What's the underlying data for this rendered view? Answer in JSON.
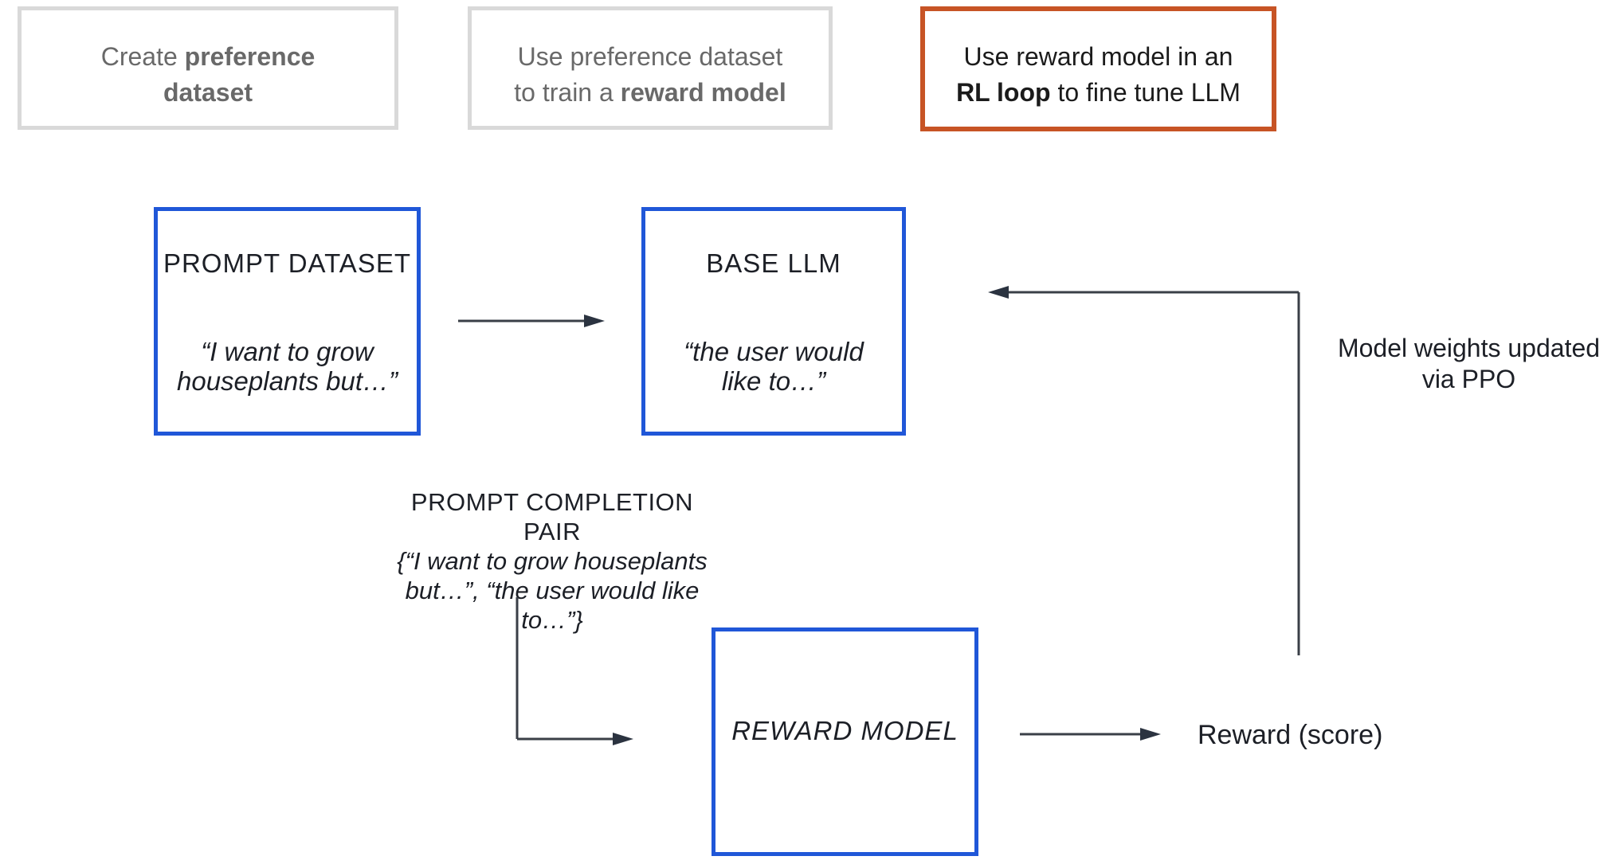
{
  "top_steps": {
    "step1": {
      "line1_regular": "Create ",
      "line1_bold": "preference",
      "line2_bold": "dataset"
    },
    "step2": {
      "line1": "Use preference dataset",
      "line2_regular": "to train a ",
      "line2_bold": "reward model"
    },
    "step3": {
      "line1": "Use reward model in an",
      "line2_bold": "RL loop",
      "line2_regular": " to fine tune LLM"
    }
  },
  "flow": {
    "prompt_dataset": {
      "title": "PROMPT DATASET",
      "quote_line1": "“I want to grow",
      "quote_line2": "houseplants but…”"
    },
    "base_llm": {
      "title": "BASE LLM",
      "quote_line1": "“the user would",
      "quote_line2": "like to…”"
    },
    "completion_pair": {
      "title": "PROMPT COMPLETION PAIR",
      "line2": "{“I want to grow houseplants",
      "line3": "but…”, “the user would like",
      "line4": "to…”}"
    },
    "reward_model": {
      "title": "REWARD MODEL"
    },
    "reward_label": "Reward (score)",
    "ppo_label_line1": "Model weights updated",
    "ppo_label_line2": "via PPO"
  },
  "colors": {
    "blue_border": "#2057D8",
    "orange_border": "#C75425",
    "gray_border": "#D9D9D9",
    "gray_text": "#696969",
    "black_text": "#1c1f26",
    "arrow_line": "#3A3F47",
    "arrow_head": "#2B3340",
    "background": "#FFFFFF"
  }
}
